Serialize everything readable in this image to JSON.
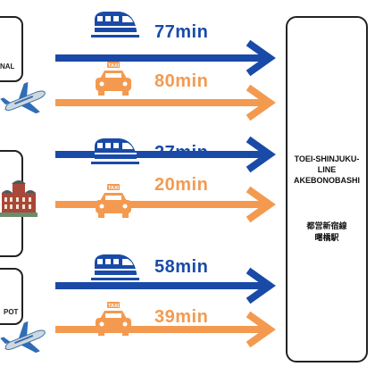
{
  "colors": {
    "train": "#1a4aa8",
    "taxi": "#f39a50",
    "border": "#222222"
  },
  "origins": [
    {
      "label": "NAL",
      "icon": "airplane-icon"
    },
    {
      "label": "",
      "icon": "station-building-icon"
    },
    {
      "label": "POT",
      "icon": "airplane-icon"
    }
  ],
  "destination": {
    "name": "TOEI-SHINJUKU-\nLINE\nAKEBONOBASHI",
    "name_ja": "都営新宿線\n曙橋駅"
  },
  "routes": [
    {
      "mode": "train",
      "icon": "train-icon",
      "time": "77min"
    },
    {
      "mode": "taxi",
      "icon": "taxi-icon",
      "icon_text": "TAXI",
      "time": "80min"
    },
    {
      "mode": "train",
      "icon": "train-icon",
      "time": "27min"
    },
    {
      "mode": "taxi",
      "icon": "taxi-icon",
      "icon_text": "TAXI",
      "time": "20min"
    },
    {
      "mode": "train",
      "icon": "train-icon",
      "time": "58min"
    },
    {
      "mode": "taxi",
      "icon": "taxi-icon",
      "icon_text": "TAXI",
      "time": "39min"
    }
  ]
}
